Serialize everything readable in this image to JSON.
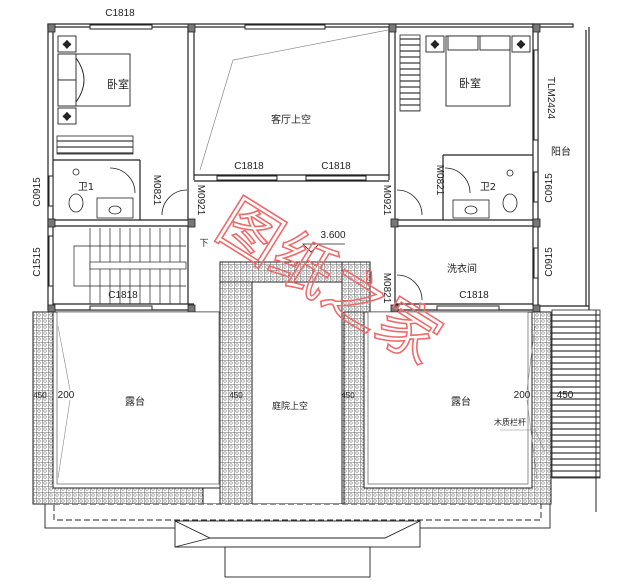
{
  "plan": {
    "elevation_mark": "3.600",
    "rooms": {
      "bedroom_left": "卧室",
      "bedroom_right": "卧室",
      "living_void": "客厅上空",
      "bath1": "卫1",
      "bath2": "卫2",
      "balcony": "阳台",
      "laundry": "洗衣间",
      "terrace_left": "露台",
      "terrace_right": "露台",
      "courtyard_void": "庭院上空"
    },
    "windows": {
      "top_left": "C1818",
      "living_bottom_left": "C1818",
      "living_bottom_right": "C1818",
      "stair": "C1818",
      "laundry": "C1818",
      "bath1_side": "C0915",
      "bath2_side": "C0915",
      "laundry_side": "C0915",
      "stair_side": "C1515",
      "balcony_door": "TLM2424"
    },
    "doors": {
      "bath1": "M0821",
      "bedroom_left": "M0921",
      "bedroom_right": "M0921",
      "bath2": "M0821",
      "laundry": "M0821"
    },
    "dimensions": {
      "left_railing": "200",
      "left_ledge": "450",
      "right_railing": "200",
      "right_ledge": "450",
      "court_left": "450",
      "court_right": "450"
    },
    "annotations": {
      "railing_note": "木质栏杆",
      "stair_down": "下"
    },
    "watermark": "图纸之家"
  },
  "colors": {
    "line": "#222222",
    "wall_fill": "#777777",
    "watermark": "#ee6b6b"
  }
}
